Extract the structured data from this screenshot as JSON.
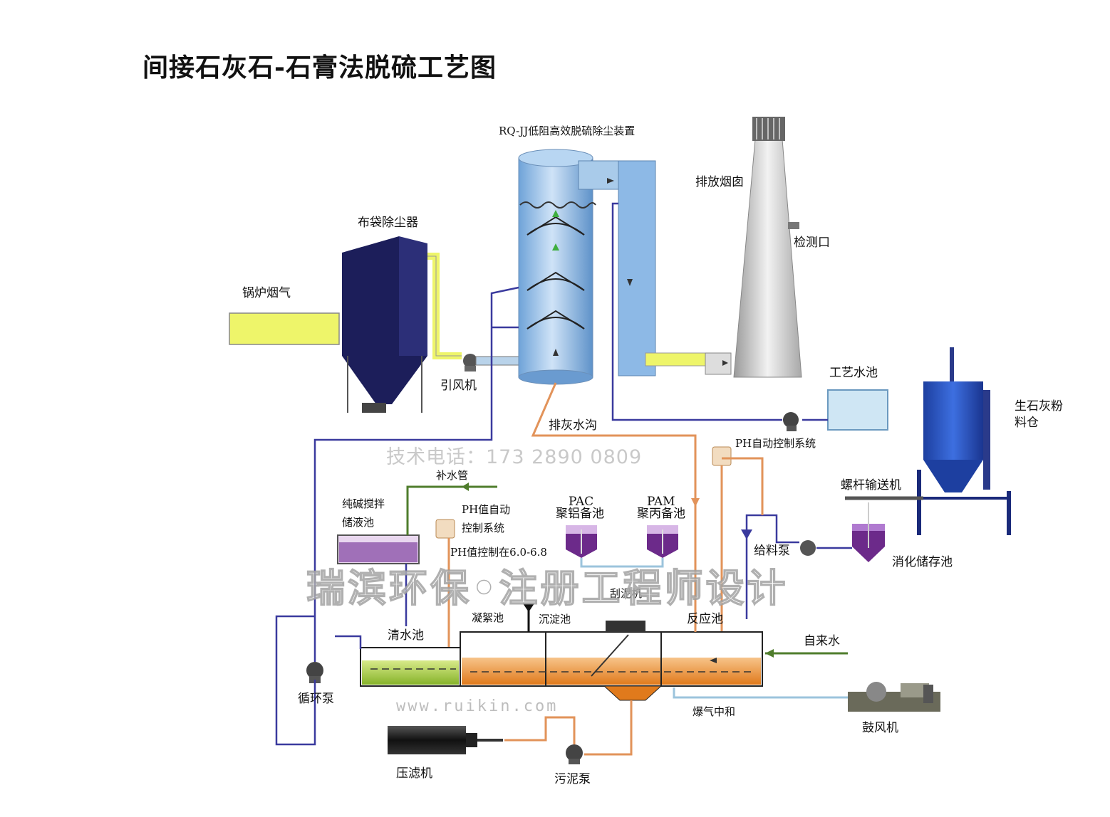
{
  "title": "间接石灰石-石膏法脱硫工艺图",
  "labels": {
    "absorber": "RQ-JJ低阻高效脱硫除尘装置",
    "chimney": "排放烟囱",
    "test_port": "检测口",
    "bag_filter": "布袋除尘器",
    "boiler_gas": "锅炉烟气",
    "induced_fan": "引风机",
    "process_tank": "工艺水池",
    "lime_silo_line1": "生石灰粉",
    "lime_silo_line2": "料仓",
    "ash_ditch": "排灰水沟",
    "ph_auto_top": "PH自动控制系统",
    "makeup_pipe": "补水管",
    "soda_tank_line1": "纯碱搅拌",
    "soda_tank_line2": "储液池",
    "ph_value_line1": "PH值自动",
    "ph_value_line2": "控制系统",
    "ph_range": "PH值控制在6.0-6.8",
    "pac_line1": "PAC",
    "pac_line2": "聚铝备池",
    "pam_line1": "PAM",
    "pam_line2": "聚丙备池",
    "screw_conveyor": "螺杆输送机",
    "feed_pump": "给料泵",
    "slaking_tank": "消化储存池",
    "scraper": "刮泥机",
    "floc_tank": "凝絮池",
    "settling_tank": "沉淀池",
    "reaction_tank": "反应池",
    "clear_tank": "清水池",
    "tap_water": "自来水",
    "circ_pump": "循环泵",
    "aeration": "爆气中和",
    "blower": "鼓风机",
    "filter_press": "压滤机",
    "sludge_pump": "污泥泵"
  },
  "watermarks": {
    "phone": "技术电话：173  2890  0809",
    "company": "瑞滨环保•注册工程师设计",
    "website": "www.ruikin.com"
  },
  "colors": {
    "pipe_purple": "#3a3a9e",
    "pipe_orange": "#e2935a",
    "pipe_green": "#4f7d2c",
    "pipe_lightblue": "#9cc4dc",
    "tower_blue": "#8db9e6",
    "dark_navy": "#1c1e5a",
    "gas_yellow": "#eef56a",
    "water_orange": "#e8962e",
    "water_green": "#9cc23a"
  }
}
